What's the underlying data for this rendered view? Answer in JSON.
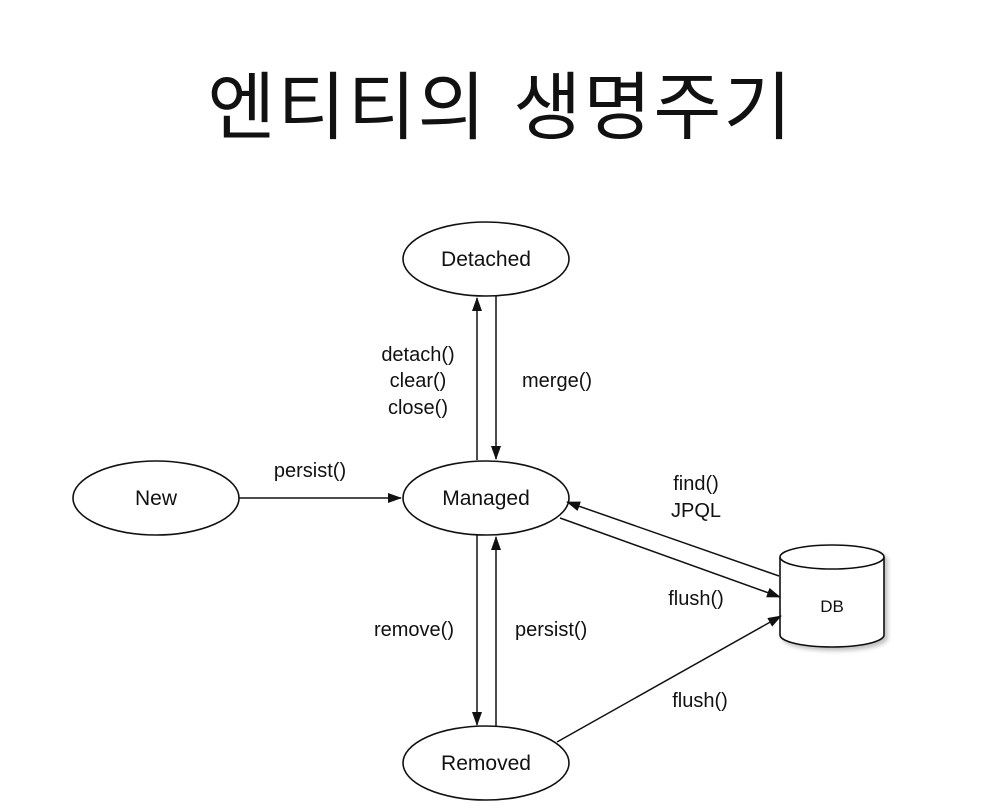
{
  "title": "엔티티의 생명주기",
  "nodes": {
    "detached": "Detached",
    "new": "New",
    "managed": "Managed",
    "removed": "Removed",
    "db": "DB"
  },
  "edges": {
    "managed_to_detached": [
      "detach()",
      "clear()",
      "close()"
    ],
    "detached_to_managed": "merge()",
    "new_to_managed": "persist()",
    "db_to_managed": [
      "find()",
      "JPQL"
    ],
    "managed_to_db": "flush()",
    "managed_to_removed": "remove()",
    "removed_to_managed": "persist()",
    "removed_to_db": "flush()"
  },
  "colors": {
    "stroke": "#111111",
    "db_fill": "#ffffff"
  }
}
